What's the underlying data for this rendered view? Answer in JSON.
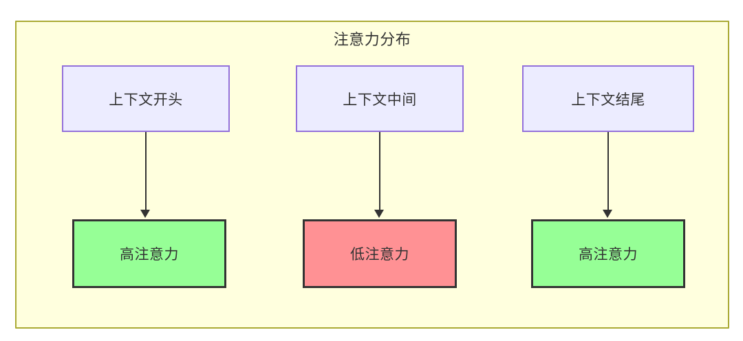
{
  "diagram": {
    "title": "注意力分布",
    "container": {
      "fill_color": "#FFFFDE",
      "border_color": "#AAAA33"
    },
    "node_styles": {
      "context_fill": "#ECECFF",
      "context_border": "#9370DB",
      "high_attention_fill": "#96FF96",
      "low_attention_fill": "#FF9194",
      "attention_border": "#333333",
      "edge_color": "#333333"
    },
    "columns": [
      {
        "source": {
          "label": "上下文开头"
        },
        "target": {
          "label": "高注意力",
          "level": "high"
        }
      },
      {
        "source": {
          "label": "上下文中间"
        },
        "target": {
          "label": "低注意力",
          "level": "low"
        }
      },
      {
        "source": {
          "label": "上下文结尾"
        },
        "target": {
          "label": "高注意力",
          "level": "high"
        }
      }
    ],
    "edges": [
      {
        "from": "上下文开头",
        "to": "高注意力",
        "arrow": "arrow-down-icon"
      },
      {
        "from": "上下文中间",
        "to": "低注意力",
        "arrow": "arrow-down-icon"
      },
      {
        "from": "上下文结尾",
        "to": "高注意力",
        "arrow": "arrow-down-icon"
      }
    ]
  }
}
